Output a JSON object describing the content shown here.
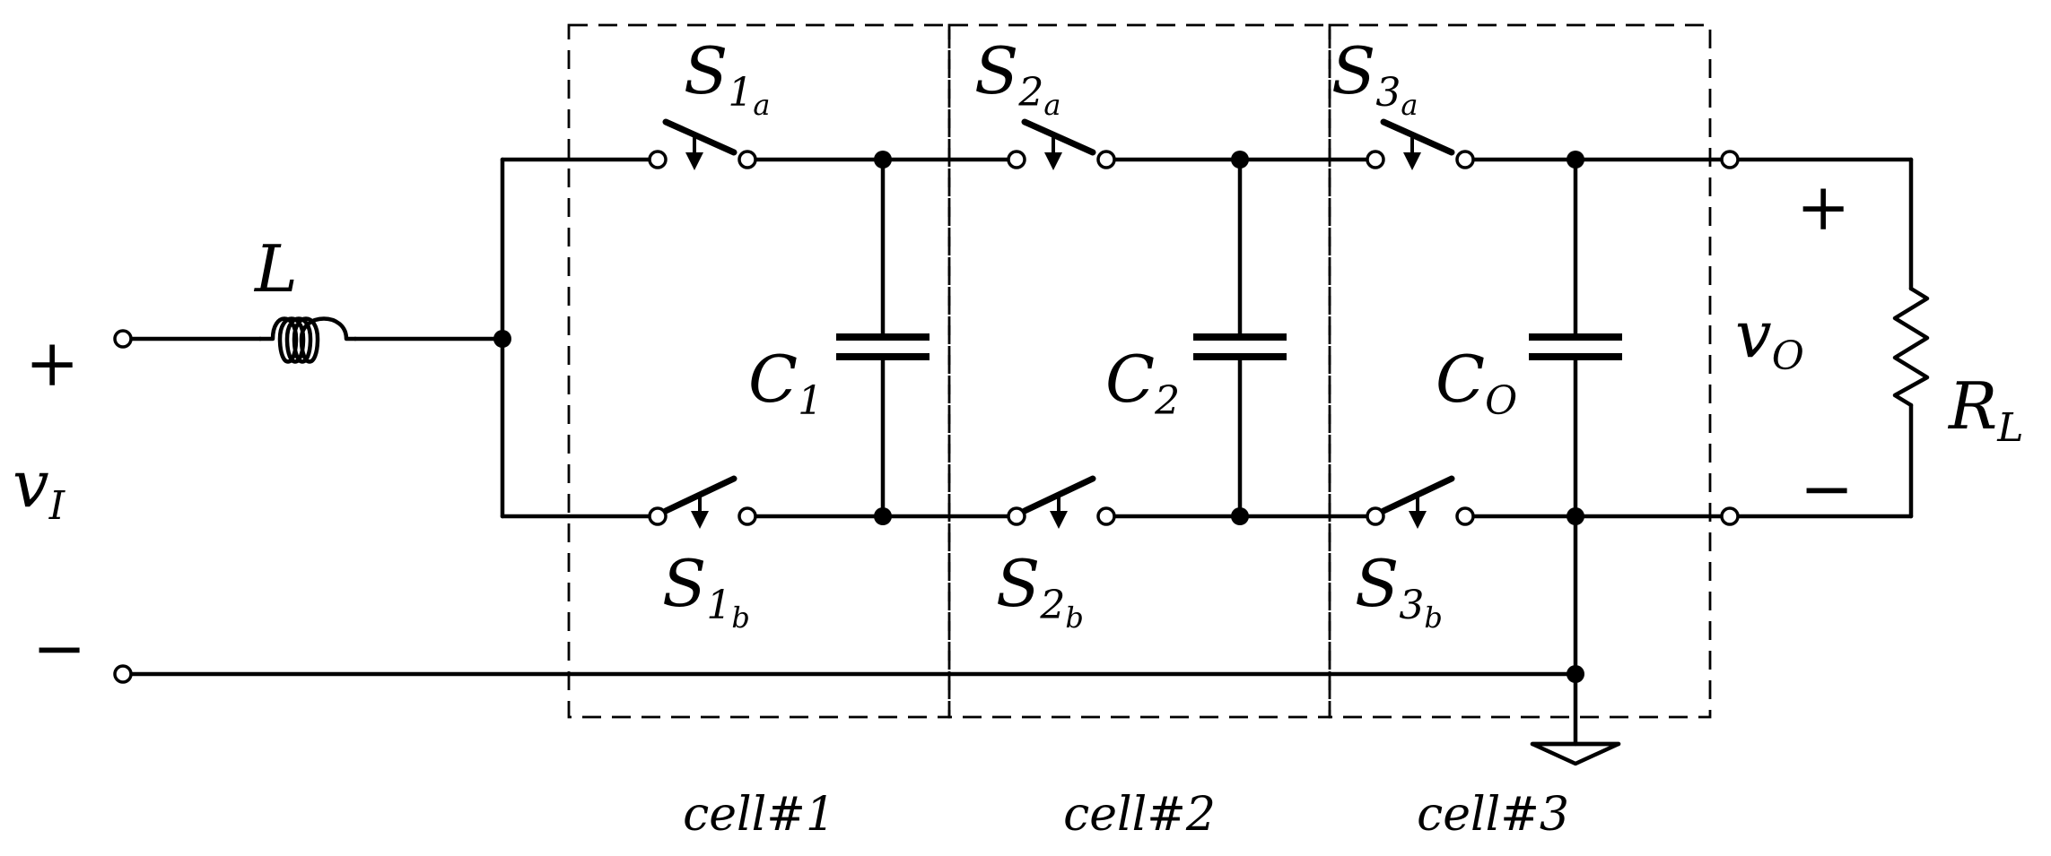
{
  "input": {
    "voltage_main": "v",
    "voltage_sub": "I",
    "plus": "+",
    "minus": "−"
  },
  "inductor": {
    "label": "L"
  },
  "switches": [
    {
      "main": "S",
      "sub": "1",
      "subsub": "a"
    },
    {
      "main": "S",
      "sub": "2",
      "subsub": "a"
    },
    {
      "main": "S",
      "sub": "3",
      "subsub": "a"
    },
    {
      "main": "S",
      "sub": "1",
      "subsub": "b"
    },
    {
      "main": "S",
      "sub": "2",
      "subsub": "b"
    },
    {
      "main": "S",
      "sub": "3",
      "subsub": "b"
    }
  ],
  "capacitors": [
    {
      "main": "C",
      "sub": "1"
    },
    {
      "main": "C",
      "sub": "2"
    },
    {
      "main": "C",
      "sub": "O"
    }
  ],
  "output": {
    "voltage_main": "v",
    "voltage_sub": "O",
    "plus": "+",
    "minus": "−",
    "resistor_main": "R",
    "resistor_sub": "L"
  },
  "cells": [
    {
      "label": "cell#1"
    },
    {
      "label": "cell#2"
    },
    {
      "label": "cell#3"
    }
  ]
}
